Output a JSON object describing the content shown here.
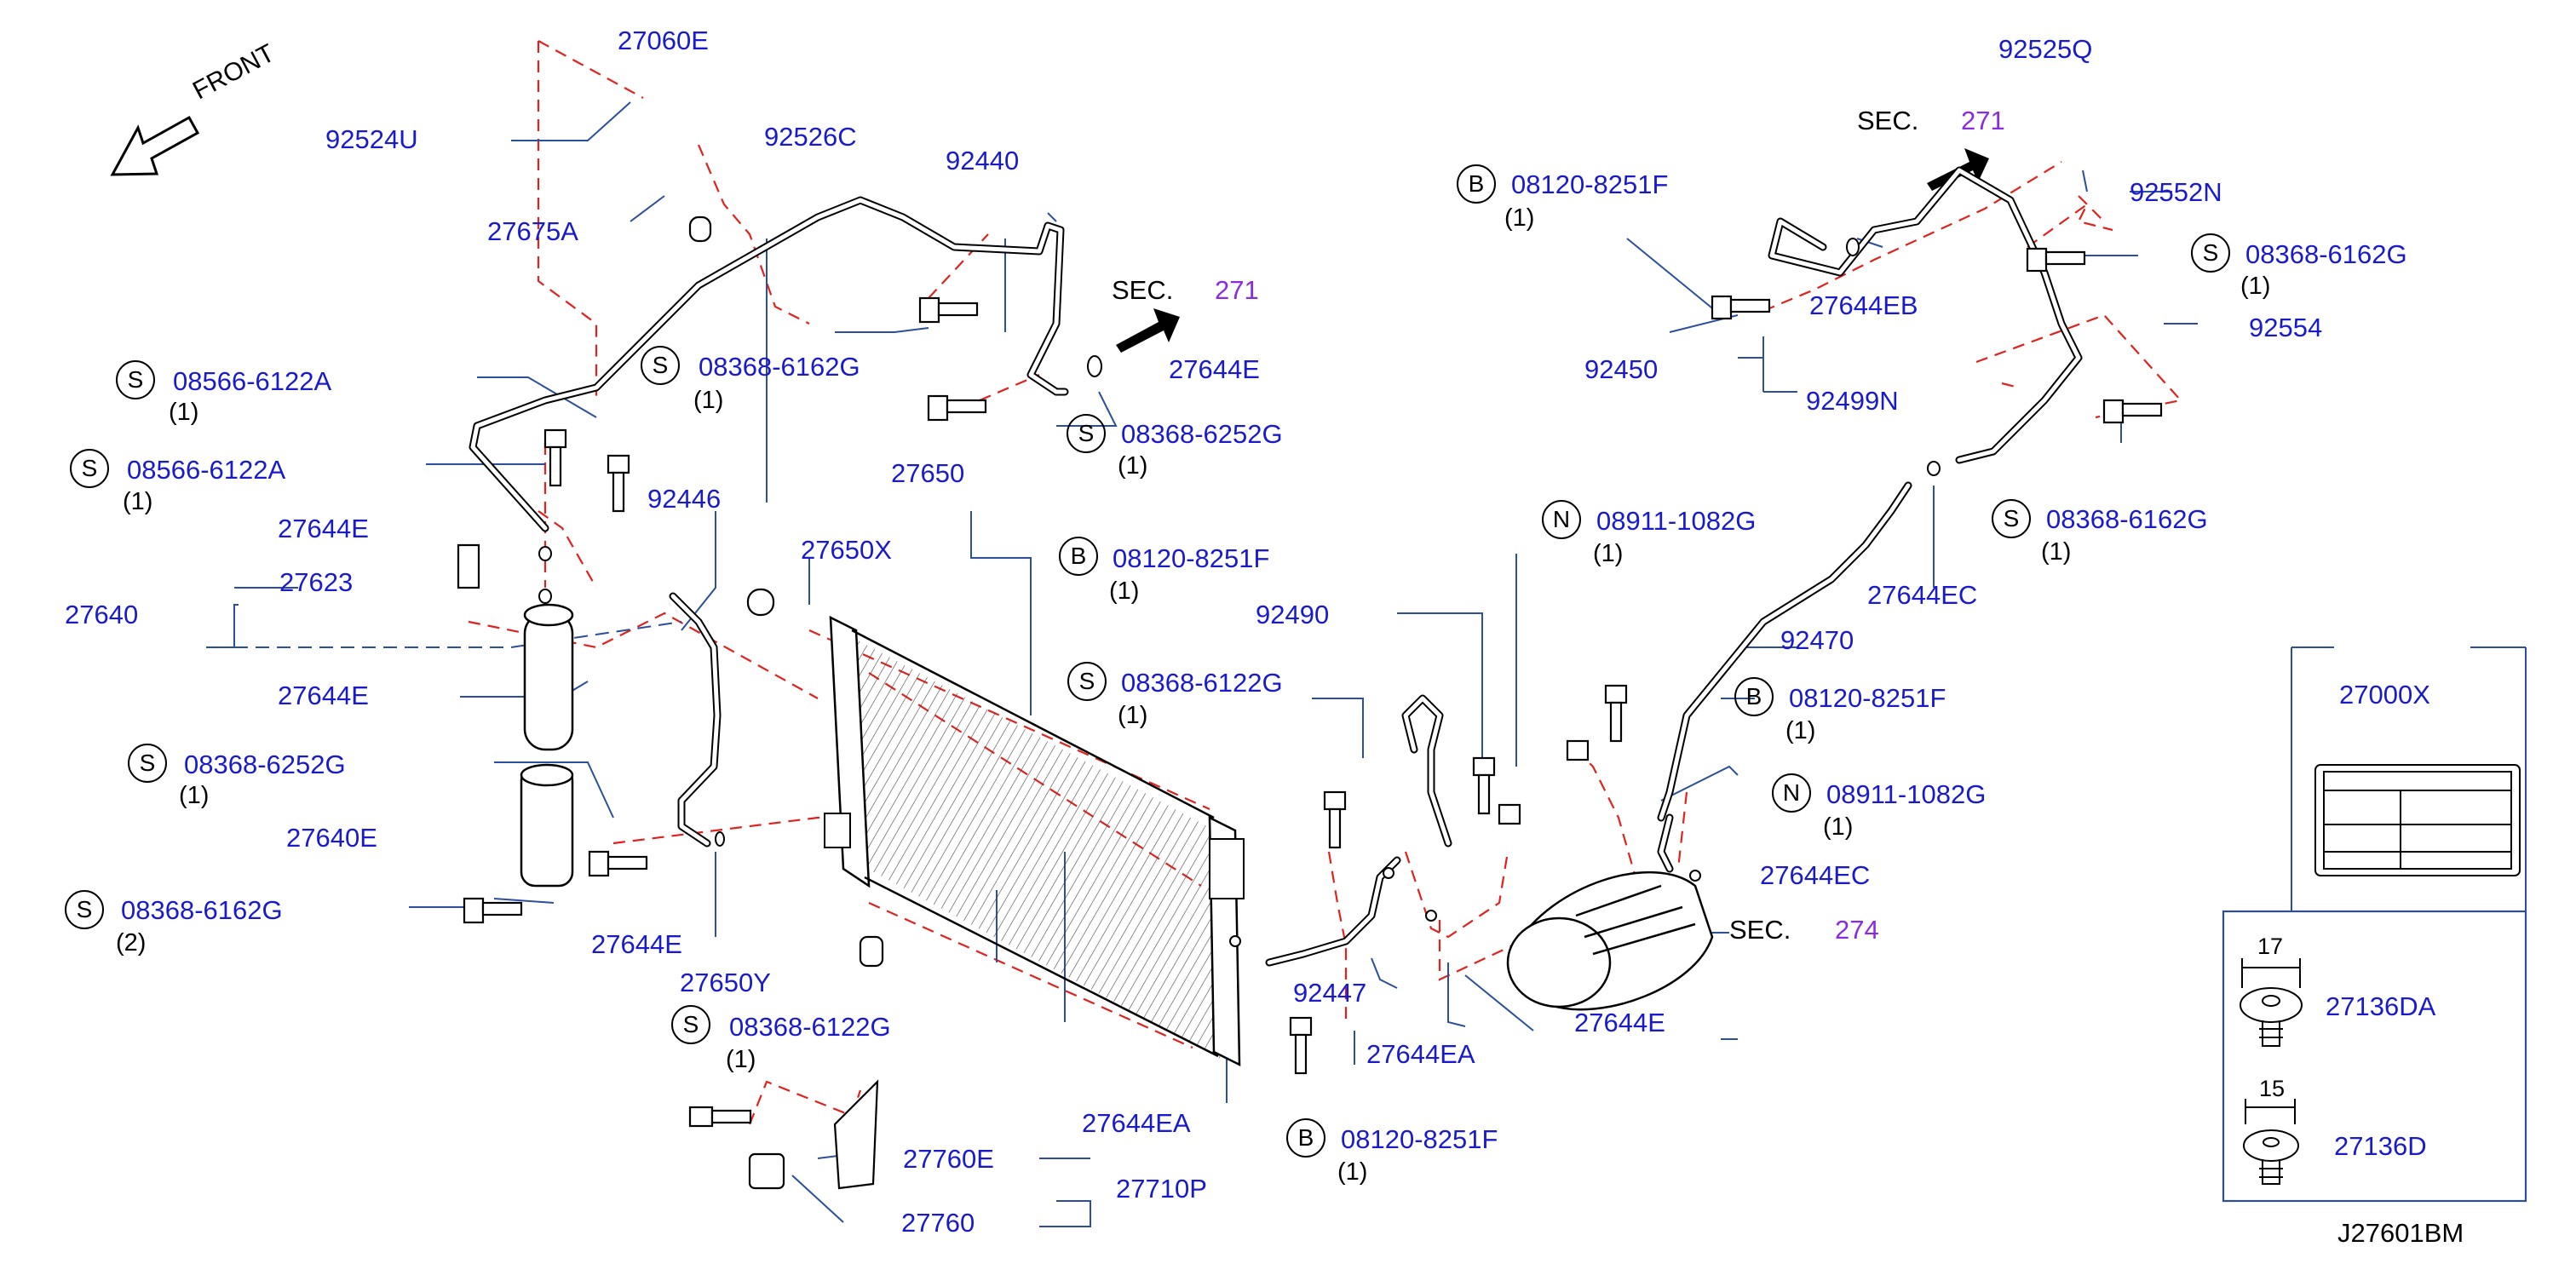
{
  "diagram_id": "J27601BM",
  "front_label": "FRONT",
  "sec_word": "SEC.",
  "sec_refs": [
    "271",
    "271",
    "274"
  ],
  "prefix_letters": {
    "S": "S",
    "B": "B",
    "N": "N"
  },
  "parts": {
    "p27060E": "27060E",
    "p92524U": "92524U",
    "p92526C": "92526C",
    "p92440": "92440",
    "p27675A": "27675A",
    "p92525Q": "92525Q",
    "p92552N": "92552N",
    "p27644EB": "27644EB",
    "p92450": "92450",
    "p92499N": "92499N",
    "p92554": "92554",
    "p27644E": "27644E",
    "p27650": "27650",
    "p27650X": "27650X",
    "p92446": "92446",
    "p27623": "27623",
    "p27640": "27640",
    "p27640E": "27640E",
    "p27650Y": "27650Y",
    "p27644EA": "27644EA",
    "p92490": "92490",
    "p92447": "92447",
    "p27644EC": "27644EC",
    "p27000X": "27000X",
    "p27136DA": "27136DA",
    "p27136D": "27136D",
    "p27760E": "27760E",
    "p27760": "27760",
    "p27710P": "27710P",
    "p9247x": "92470"
  },
  "bolts": {
    "b08120_8251F": "08120-8251F",
    "b08368_6162G": "08368-6162G",
    "b08368_6252G": "08368-6252G",
    "b08566_6122A": "08566-6122A",
    "b08911_1082G": "08911-1082G",
    "b08368_6122G": "08368-6122G",
    "b08368_6122G_partial": "08368-6122G"
  },
  "qty": {
    "one": "(1)",
    "two": "(2)"
  },
  "dims": {
    "d17": "17",
    "d15": "15"
  },
  "colors": {
    "label": "#1a1acd",
    "sec_ref": "#8a2be2",
    "dash": "#e0221e",
    "leader": "#2a4f9e",
    "line": "#000000"
  }
}
